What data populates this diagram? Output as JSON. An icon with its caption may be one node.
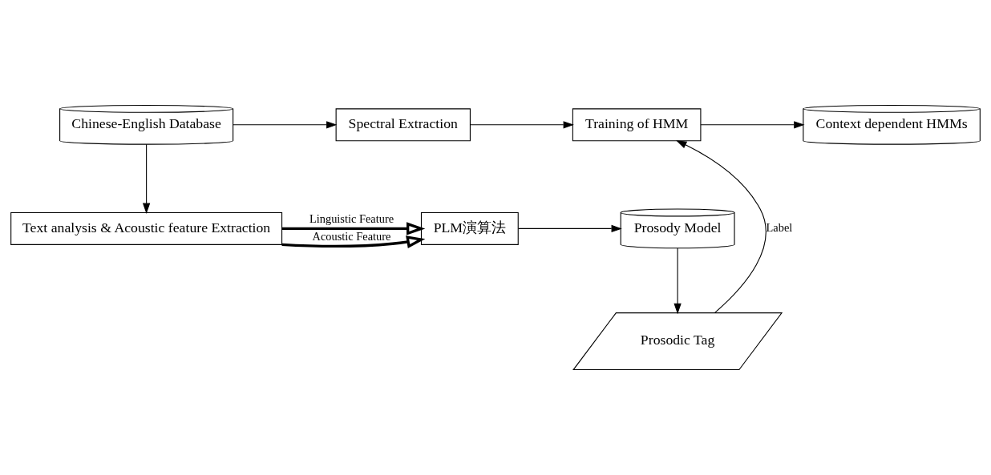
{
  "diagram": {
    "nodes": [
      {
        "text": [
          "Chinese-English Database"
        ]
      },
      {
        "text": [
          "Spectral Extraction"
        ]
      },
      {
        "text": [
          "Training of HMM"
        ]
      },
      {
        "text": [
          "Context dependent HMMs"
        ]
      },
      {
        "text": [
          "Text analysis & Acoustic feature Extraction"
        ]
      },
      {
        "text": [
          "PLM演算法"
        ]
      },
      {
        "text": [
          "Prosody Model"
        ]
      },
      {
        "text": [
          "Prosodic Tag"
        ]
      }
    ],
    "edges": [
      {
        "from": 0,
        "to": 1,
        "arrow": "to"
      },
      {
        "from": 1,
        "to": 2,
        "arrow": "to"
      },
      {
        "from": 2,
        "to": 3,
        "arrow": "to"
      },
      {
        "from": 0,
        "to": 4,
        "arrow": "to"
      },
      {
        "from": 4,
        "to": 5,
        "arrow": "to",
        "label": "Linguistic Feature",
        "style": "thick"
      },
      {
        "from": 4,
        "to": 5,
        "arrow": "to",
        "label": "Acoustic Feature",
        "style": "thick"
      },
      {
        "from": 5,
        "to": 6,
        "arrow": "to"
      },
      {
        "from": 6,
        "to": 7,
        "arrow": "to"
      },
      {
        "from": 7,
        "to": 2,
        "arrow": "to",
        "label": "Label"
      }
    ]
  }
}
